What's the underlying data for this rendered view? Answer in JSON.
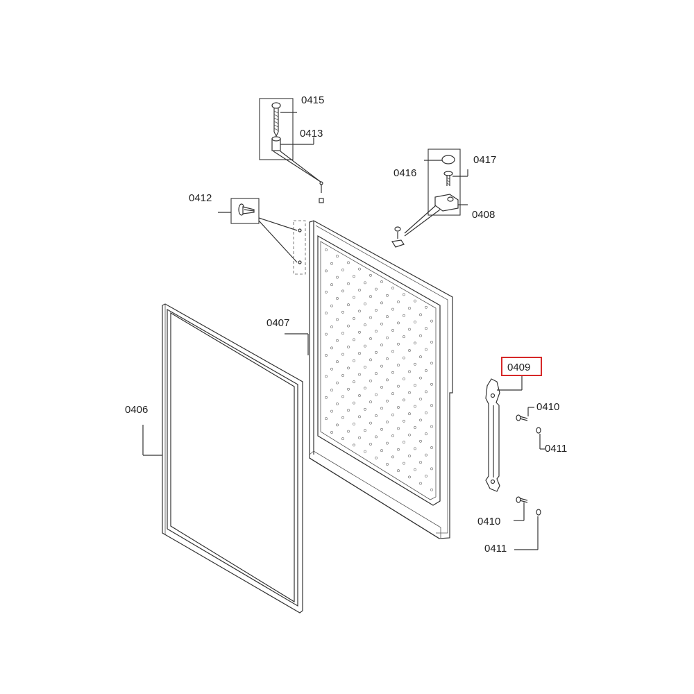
{
  "diagram": {
    "highlight_color": "#d62828",
    "line_color": "#333333",
    "highlighted_part": "0409",
    "parts": [
      {
        "id": "p0415",
        "label": "0415"
      },
      {
        "id": "p0413",
        "label": "0413"
      },
      {
        "id": "p0412",
        "label": "0412"
      },
      {
        "id": "p0416",
        "label": "0416"
      },
      {
        "id": "p0417",
        "label": "0417"
      },
      {
        "id": "p0408",
        "label": "0408"
      },
      {
        "id": "p0407",
        "label": "0407"
      },
      {
        "id": "p0406",
        "label": "0406"
      },
      {
        "id": "p0409",
        "label": "0409"
      },
      {
        "id": "p0410a",
        "label": "0410"
      },
      {
        "id": "p0411a",
        "label": "0411"
      },
      {
        "id": "p0410b",
        "label": "0410"
      },
      {
        "id": "p0411b",
        "label": "0411"
      }
    ]
  }
}
